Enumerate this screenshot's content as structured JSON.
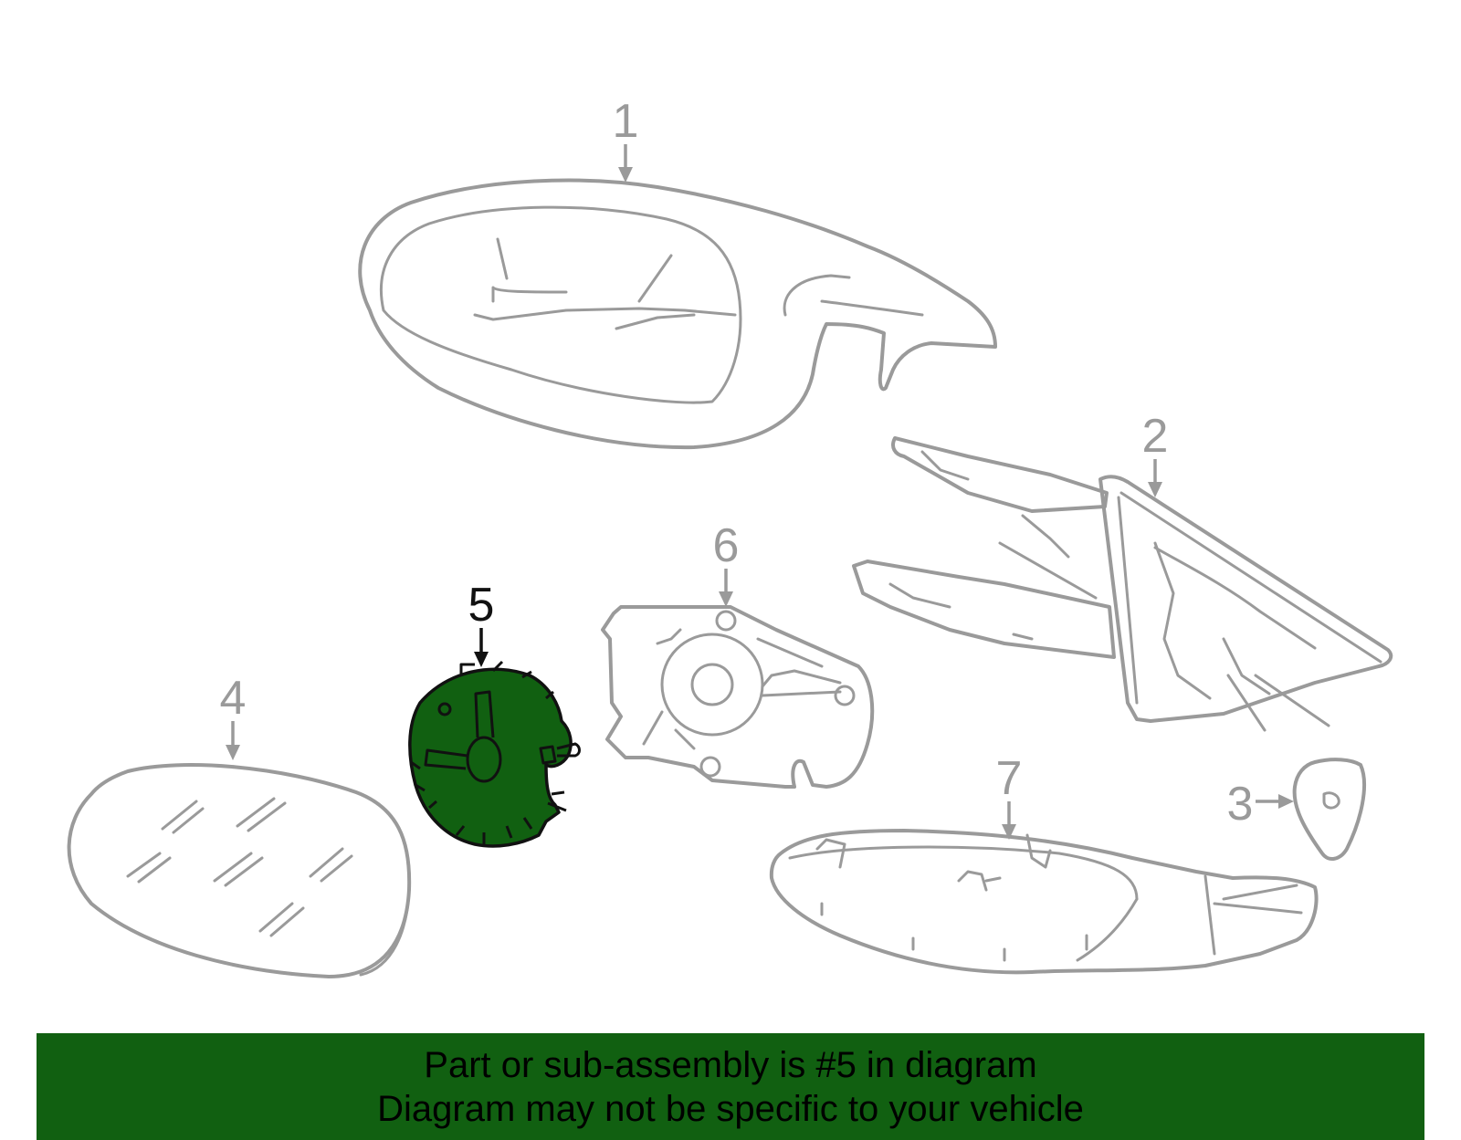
{
  "colors": {
    "highlight": "#116011",
    "outline": "#9a9a9a",
    "banner": "#116011",
    "banner_text": "#000000"
  },
  "callouts": [
    {
      "number": "1",
      "highlighted": false
    },
    {
      "number": "2",
      "highlighted": false
    },
    {
      "number": "3",
      "highlighted": false
    },
    {
      "number": "4",
      "highlighted": false
    },
    {
      "number": "5",
      "highlighted": true
    },
    {
      "number": "6",
      "highlighted": false
    },
    {
      "number": "7",
      "highlighted": false
    }
  ],
  "banner": {
    "line1": "Part or sub-assembly is #5 in diagram",
    "line2": "Diagram may not be specific to your vehicle"
  }
}
